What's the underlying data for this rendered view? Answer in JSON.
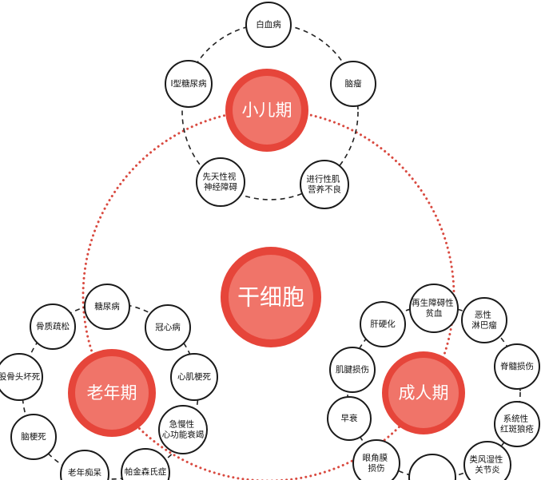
{
  "center": {
    "label": "干细胞"
  },
  "stages": {
    "child": {
      "label": "小儿期",
      "items": [
        [
          "白血病"
        ],
        [
          "脑瘤"
        ],
        [
          "进行性肌",
          "营养不良"
        ],
        [
          "先天性视",
          "神经障碍"
        ],
        [
          "I型糖尿病"
        ]
      ]
    },
    "elderly": {
      "label": "老年期",
      "items": [
        [
          "糖尿病"
        ],
        [
          "冠心病"
        ],
        [
          "心肌梗死"
        ],
        [
          "急慢性",
          "心功能衰竭"
        ],
        [
          "帕金森氏症"
        ],
        [
          "老年痴呆"
        ],
        [
          "脑梗死"
        ],
        [
          "股骨头坏死"
        ],
        [
          "骨质疏松"
        ]
      ]
    },
    "adult": {
      "label": "成人期",
      "items": [
        [
          "肝硬化"
        ],
        [
          "再生障碍性",
          "贫血"
        ],
        [
          "恶性",
          "淋巴瘤"
        ],
        [
          "脊髓损伤"
        ],
        [
          "系统性",
          "红斑狼疮"
        ],
        [
          "类风湿性",
          "关节炎"
        ],
        [
          "眼角膜",
          "损伤"
        ],
        [
          "早衰"
        ],
        [
          "肌腱损伤"
        ]
      ]
    }
  },
  "colors": {
    "ring": "#e6453a",
    "fill": "#f07469",
    "link": "#d94a40",
    "node_border": "#1a1a1a",
    "dash": "#222222"
  }
}
